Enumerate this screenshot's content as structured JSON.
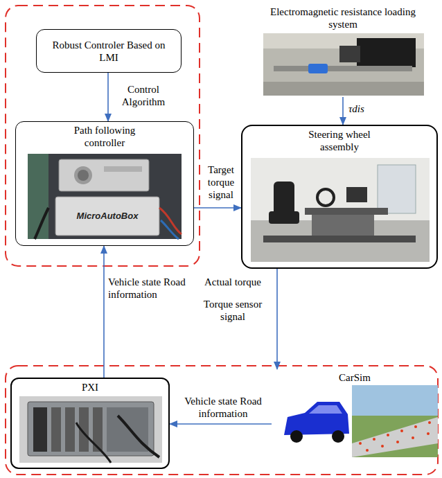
{
  "diagram": {
    "nodes": [
      {
        "text": [
          "Robust Controler Based on LMI"
        ]
      },
      {
        "text": [
          "Path following controller"
        ]
      },
      {
        "text": [
          "Electromagnetic resistance loading system"
        ]
      },
      {
        "text": [
          "Steering wheel assembly"
        ]
      },
      {
        "text": [
          "PXI"
        ]
      },
      {
        "text": [
          "CarSim"
        ]
      }
    ],
    "edges": [
      {
        "from": 0,
        "to": 1,
        "label": "Control Algorithm",
        "arrow": "to"
      },
      {
        "from": 1,
        "to": 3,
        "label": "Target torque signal",
        "arrow": "to"
      },
      {
        "from": 2,
        "to": 3,
        "label": "τdis",
        "arrow": "to"
      },
      {
        "from": 3,
        "to": 5,
        "label": "Actual torque",
        "arrow": "to"
      },
      {
        "from": 5,
        "to": 4,
        "label": "Vehicle state Road information",
        "arrow": "to"
      },
      {
        "from": 4,
        "to": 1,
        "label": "Vehicle state Road information",
        "arrow": "to"
      }
    ],
    "labels": [
      "Torque sensor signal",
      "MicroAutoBox"
    ]
  }
}
